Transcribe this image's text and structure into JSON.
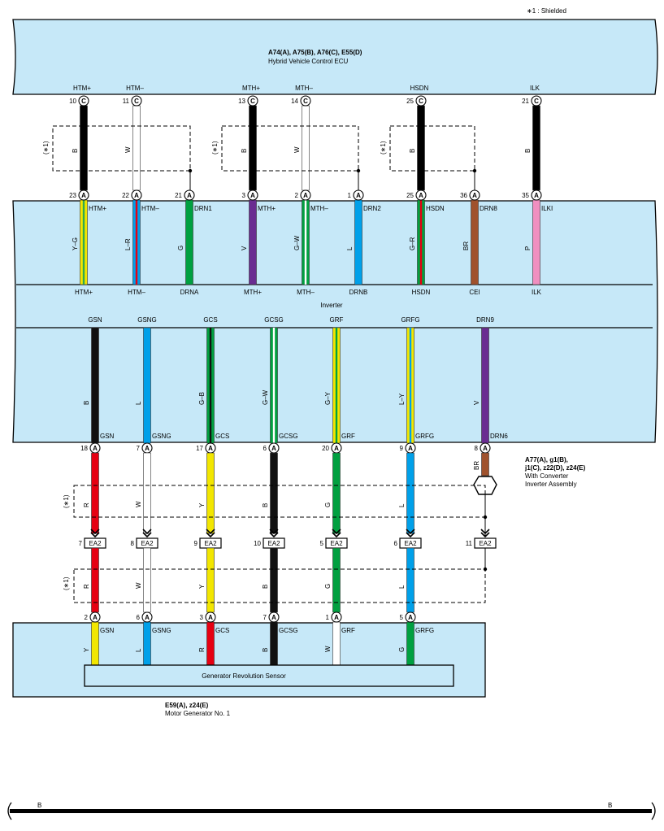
{
  "note": "∗1 : Shielded",
  "ecu": {
    "id": "A74(A), A75(B), A76(C), E55(D)",
    "name": "Hybrid Vehicle Control ECU"
  },
  "ecu_pins": [
    {
      "name": "HTM+",
      "num": "10",
      "conn": "C"
    },
    {
      "name": "HTM–",
      "num": "11",
      "conn": "C"
    },
    {
      "name": "MTH+",
      "num": "13",
      "conn": "C"
    },
    {
      "name": "MTH–",
      "num": "14",
      "conn": "C"
    },
    {
      "name": "HSDN",
      "num": "25",
      "conn": "C"
    },
    {
      "name": "ILK",
      "num": "21",
      "conn": "C"
    }
  ],
  "link_wires": [
    {
      "color": "B",
      "c": "#000"
    },
    {
      "color": "W",
      "c": "#fff"
    },
    {
      "color": "B",
      "c": "#000"
    },
    {
      "color": "W",
      "c": "#fff"
    },
    {
      "color": "B",
      "c": "#000"
    },
    {
      "color": "B",
      "c": "#000"
    }
  ],
  "shield_label": "(∗1)",
  "inv_top_pins": [
    {
      "num": "23",
      "conn": "A",
      "sig": "HTM+",
      "wire": "Y–G",
      "c": "#f2e600",
      "s": "#2fa84f",
      "bottom": "HTM+"
    },
    {
      "num": "22",
      "conn": "A",
      "sig": "HTM–",
      "wire": "L–R",
      "c": "#00a0e9",
      "s": "#e60012",
      "bottom": "HTM–"
    },
    {
      "num": "21",
      "conn": "A",
      "sig": "DRN1",
      "wire": "G",
      "c": "#00a040",
      "s": "",
      "bottom": "DRNA"
    },
    {
      "num": "3",
      "conn": "A",
      "sig": "MTH+",
      "wire": "V",
      "c": "#6a2c91",
      "s": "",
      "bottom": "MTH+"
    },
    {
      "num": "2",
      "conn": "A",
      "sig": "MTH–",
      "wire": "G–W",
      "c": "#00a040",
      "s": "#ffffff",
      "bottom": "MTH–"
    },
    {
      "num": "1",
      "conn": "A",
      "sig": "DRN2",
      "wire": "L",
      "c": "#00a0e9",
      "s": "",
      "bottom": "DRNB"
    },
    {
      "num": "25",
      "conn": "A",
      "sig": "HSDN",
      "wire": "G–R",
      "c": "#00a040",
      "s": "#e60012",
      "bottom": "HSDN"
    },
    {
      "num": "36",
      "conn": "A",
      "sig": "DRN8",
      "wire": "BR",
      "c": "#a0522d",
      "s": "",
      "bottom": "CEI"
    },
    {
      "num": "35",
      "conn": "A",
      "sig": "ILKI",
      "wire": "P",
      "c": "#f08fc0",
      "s": "",
      "bottom": "ILK"
    }
  ],
  "inverter_label": "Inverter",
  "gen_pins": [
    {
      "top": "GSN",
      "wire": "B",
      "c": "#111111",
      "s": "",
      "sig": "GSN",
      "num": "18",
      "conn": "A"
    },
    {
      "top": "GSNG",
      "wire": "L",
      "c": "#00a0e9",
      "s": "",
      "sig": "GSNG",
      "num": "7",
      "conn": "A"
    },
    {
      "top": "GCS",
      "wire": "G–B",
      "c": "#00a040",
      "s": "#111111",
      "sig": "GCS",
      "num": "17",
      "conn": "A"
    },
    {
      "top": "GCSG",
      "wire": "G–W",
      "c": "#00a040",
      "s": "#ffffff",
      "sig": "GCSG",
      "num": "6",
      "conn": "A"
    },
    {
      "top": "GRF",
      "wire": "G–Y",
      "c": "#f2e600",
      "s": "#00a040",
      "sig": "GRF",
      "num": "20",
      "conn": "A"
    },
    {
      "top": "GRFG",
      "wire": "L–Y",
      "c": "#f2e600",
      "s": "#00a0e9",
      "sig": "GRFG",
      "num": "9",
      "conn": "A"
    },
    {
      "top": "DRN9",
      "wire": "V",
      "c": "#6a2c91",
      "s": "",
      "sig": "DRN6",
      "num": "8",
      "conn": "A"
    }
  ],
  "inv_assembly": {
    "id1": "A77(A), g1(B),",
    "id2": "j1(C), z22(D), z24(E)",
    "name1": "With Converter",
    "name2": "Inverter Assembly"
  },
  "wires_mid": [
    {
      "color": "R",
      "c": "#e60012"
    },
    {
      "color": "W",
      "c": "#ffffff"
    },
    {
      "color": "Y",
      "c": "#f2e600"
    },
    {
      "color": "B",
      "c": "#111111"
    },
    {
      "color": "G",
      "c": "#00a040"
    },
    {
      "color": "L",
      "c": "#00a0e9"
    },
    {
      "color": "BR",
      "c": "#a0522d"
    }
  ],
  "connector_ea2": [
    {
      "num": "7",
      "label": "EA2"
    },
    {
      "num": "8",
      "label": "EA2"
    },
    {
      "num": "9",
      "label": "EA2"
    },
    {
      "num": "10",
      "label": "EA2"
    },
    {
      "num": "5",
      "label": "EA2"
    },
    {
      "num": "6",
      "label": "EA2"
    },
    {
      "num": "11",
      "label": "EA2"
    }
  ],
  "wires_low": [
    {
      "color": "R",
      "c": "#e60012"
    },
    {
      "color": "W",
      "c": "#ffffff"
    },
    {
      "color": "Y",
      "c": "#f2e600"
    },
    {
      "color": "B",
      "c": "#111111"
    },
    {
      "color": "G",
      "c": "#00a040"
    },
    {
      "color": "L",
      "c": "#00a0e9"
    }
  ],
  "mg_pins": [
    {
      "num": "2",
      "conn": "A",
      "sig": "GSN",
      "wire": "Y",
      "c": "#f2e600"
    },
    {
      "num": "6",
      "conn": "A",
      "sig": "GSNG",
      "wire": "L",
      "c": "#00a0e9"
    },
    {
      "num": "3",
      "conn": "A",
      "sig": "GCS",
      "wire": "R",
      "c": "#e60012"
    },
    {
      "num": "7",
      "conn": "A",
      "sig": "GCSG",
      "wire": "B",
      "c": "#111111"
    },
    {
      "num": "1",
      "conn": "A",
      "sig": "GRF",
      "wire": "W",
      "c": "#ffffff"
    },
    {
      "num": "5",
      "conn": "A",
      "sig": "GRFG",
      "wire": "G",
      "c": "#00a040"
    }
  ],
  "sensor": "Generator Revolution Sensor",
  "mg": {
    "id": "E59(A), z24(E)",
    "name": "Motor Generator No. 1"
  },
  "bus": {
    "left": "B",
    "right": "B"
  },
  "colors": {
    "panel": "#c6e8f8",
    "panel_border": "#000000"
  }
}
